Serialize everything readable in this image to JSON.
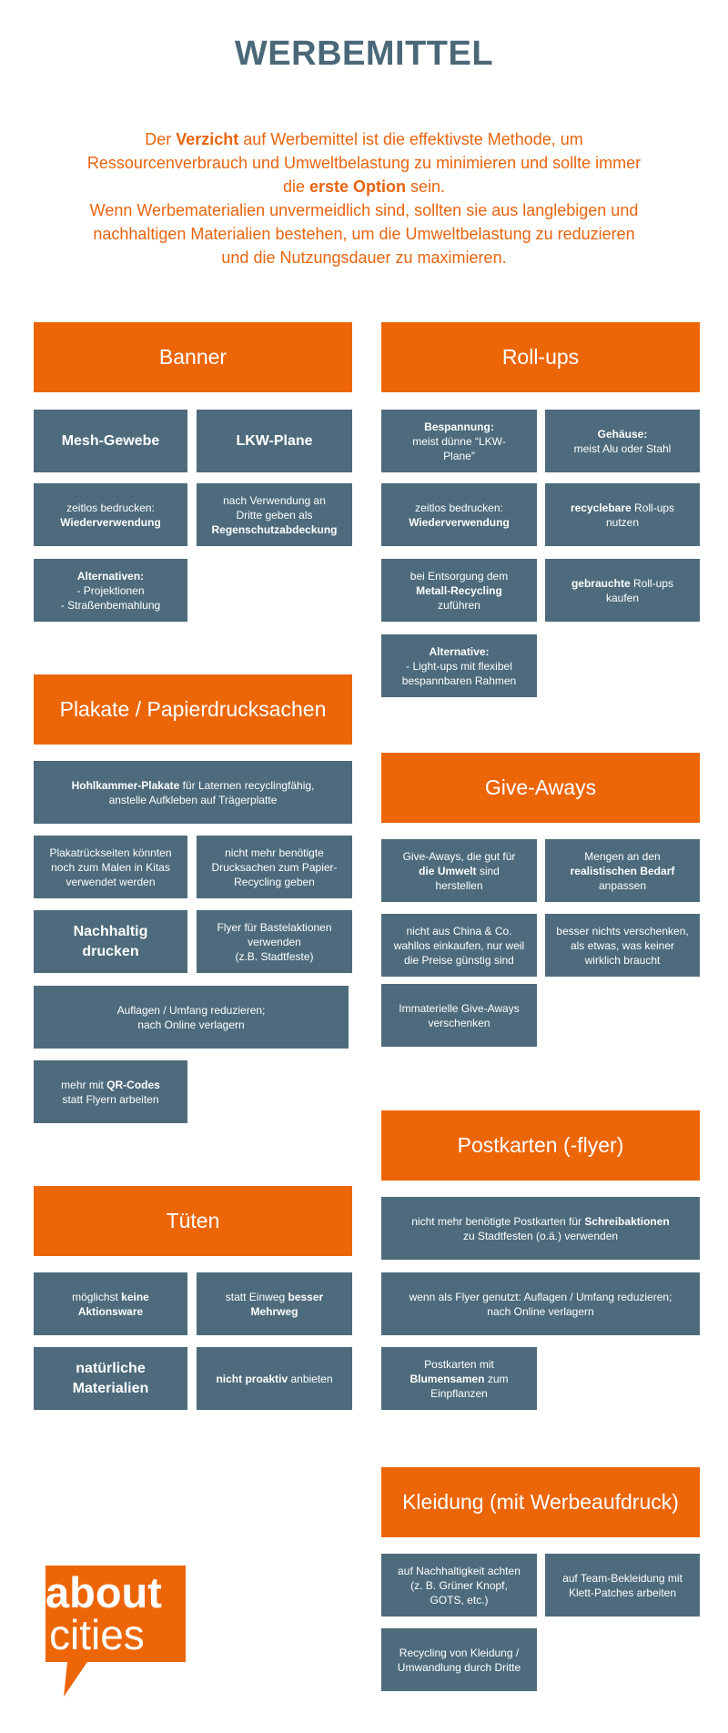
{
  "title": "WERBEMITTEL",
  "intro": {
    "l1a": "Der ",
    "l1b": "Verzicht",
    "l1c": " auf Werbemittel ist die effektivste Methode, um",
    "l2": "Ressourcenverbrauch und Umweltbelastung zu minimieren und sollte immer",
    "l3a": "die ",
    "l3b": "erste Option",
    "l3c": " sein.",
    "l4": "Wenn Werbematerialien unvermeidlich sind, sollten sie aus langlebigen und",
    "l5": "nachhaltigen Materialien bestehen, um die Umweltbelastung zu reduzieren",
    "l6": "und die Nutzungsdauer zu maximieren."
  },
  "banner": {
    "header": "Banner",
    "mesh": "Mesh-Gewebe",
    "lkw": "LKW-Plane",
    "b3a": "zeitlos bedrucken:",
    "b3b": "Wiederverwendung",
    "b4a": "nach Verwendung an",
    "b4b": "Dritte geben als",
    "b4c": "Regenschutzabdeckung",
    "b5a": "Alternativen:",
    "b5b": "- Projektionen",
    "b5c": "- Straßenbemahlung"
  },
  "rollups": {
    "header": "Roll-ups",
    "r1a": "Bespannung:",
    "r1b": "meist dünne “LKW-",
    "r1c": "Plane”",
    "r2a": "Gehäuse:",
    "r2b": "meist Alu oder Stahl",
    "r3a": "zeitlos bedrucken:",
    "r3b": "Wiederverwendung",
    "r4a": "recyclebare",
    "r4b": " Roll-ups",
    "r4c": "nutzen",
    "r5a": "bei Entsorgung dem",
    "r5b": "Metall-Recycling",
    "r5c": "zuführen",
    "r6a": "gebrauchte",
    "r6b": " Roll-ups",
    "r6c": "kaufen",
    "r7a": "Alternative:",
    "r7b": "- Light-ups mit flexibel",
    "r7c": "bespannbaren Rahmen"
  },
  "plakate": {
    "header": "Plakate / Papierdrucksachen",
    "p1a": "Hohlkammer-Plakate",
    "p1b": " für Laternen recyclingfähig,",
    "p1c": "anstelle Aufkleben auf Trägerplatte",
    "p2a": "Plakatrückseiten könnten",
    "p2b": "noch zum Malen in Kitas",
    "p2c": "verwendet werden",
    "p3a": "nicht mehr benötigte",
    "p3b": "Drucksachen zum Papier-",
    "p3c": "Recycling geben",
    "p4a": "Nachhaltig",
    "p4b": "drucken",
    "p5a": "Flyer für Bastelaktionen",
    "p5b": "verwenden",
    "p5c": "(z.B. Stadtfeste)",
    "p6a": "Auflagen / Umfang reduzieren;",
    "p6b": "nach Online verlagern",
    "p7a": "mehr mit ",
    "p7b": "QR-Codes",
    "p7c": "statt Flyern arbeiten"
  },
  "giveaways": {
    "header": "Give-Aways",
    "g1a": "Give-Aways, die gut für",
    "g1b": "die Umwelt",
    "g1c": " sind",
    "g1d": "herstellen",
    "g2a": "Mengen an den",
    "g2b": "realistischen Bedarf",
    "g2c": "anpassen",
    "g3a": "nicht aus China & Co.",
    "g3b": "wahllos einkaufen, nur weil",
    "g3c": "die Preise günstig sind",
    "g4a": "besser nichts verschenken,",
    "g4b": "als etwas, was keiner",
    "g4c": "wirklich braucht",
    "g5a": "Immaterielle Give-Aways",
    "g5b": "verschenken"
  },
  "postkarten": {
    "header": "Postkarten (-flyer)",
    "k1a": "nicht mehr benötigte Postkarten für ",
    "k1b": "Schreibaktionen",
    "k1c": "zu Stadtfesten (o.ä.) verwenden",
    "k2a": "wenn als Flyer genutzt: Auflagen / Umfang reduzieren;",
    "k2b": "nach Online verlagern",
    "k3a": "Postkarten mit",
    "k3b": "Blumensamen",
    "k3c": " zum",
    "k3d": "Einpflanzen"
  },
  "tueten": {
    "header": "Tüten",
    "t1a": "möglichst ",
    "t1b": "keine",
    "t1c": "Aktionsware",
    "t2a": "statt Einweg ",
    "t2b": "besser",
    "t2c": "Mehrweg",
    "t3a": "natürliche",
    "t3b": "Materialien",
    "t4a": "nicht proaktiv",
    "t4b": " anbieten"
  },
  "kleidung": {
    "header": "Kleidung (mit Werbeaufdruck)",
    "c1a": "auf Nachhaltigkeit achten",
    "c1b": "(z. B. Grüner Knopf,",
    "c1c": "GOTS, etc.)",
    "c2a": "auf Team-Bekleidung mit",
    "c2b": "Klett-Patches arbeiten",
    "c3a": "Recycling von Kleidung /",
    "c3b": "Umwandlung durch Dritte"
  },
  "logo": {
    "line1": "about",
    "line2": "cities"
  },
  "colors": {
    "orange": "#ec6608",
    "slate": "#4d6b7c",
    "title": "#4b6879"
  }
}
